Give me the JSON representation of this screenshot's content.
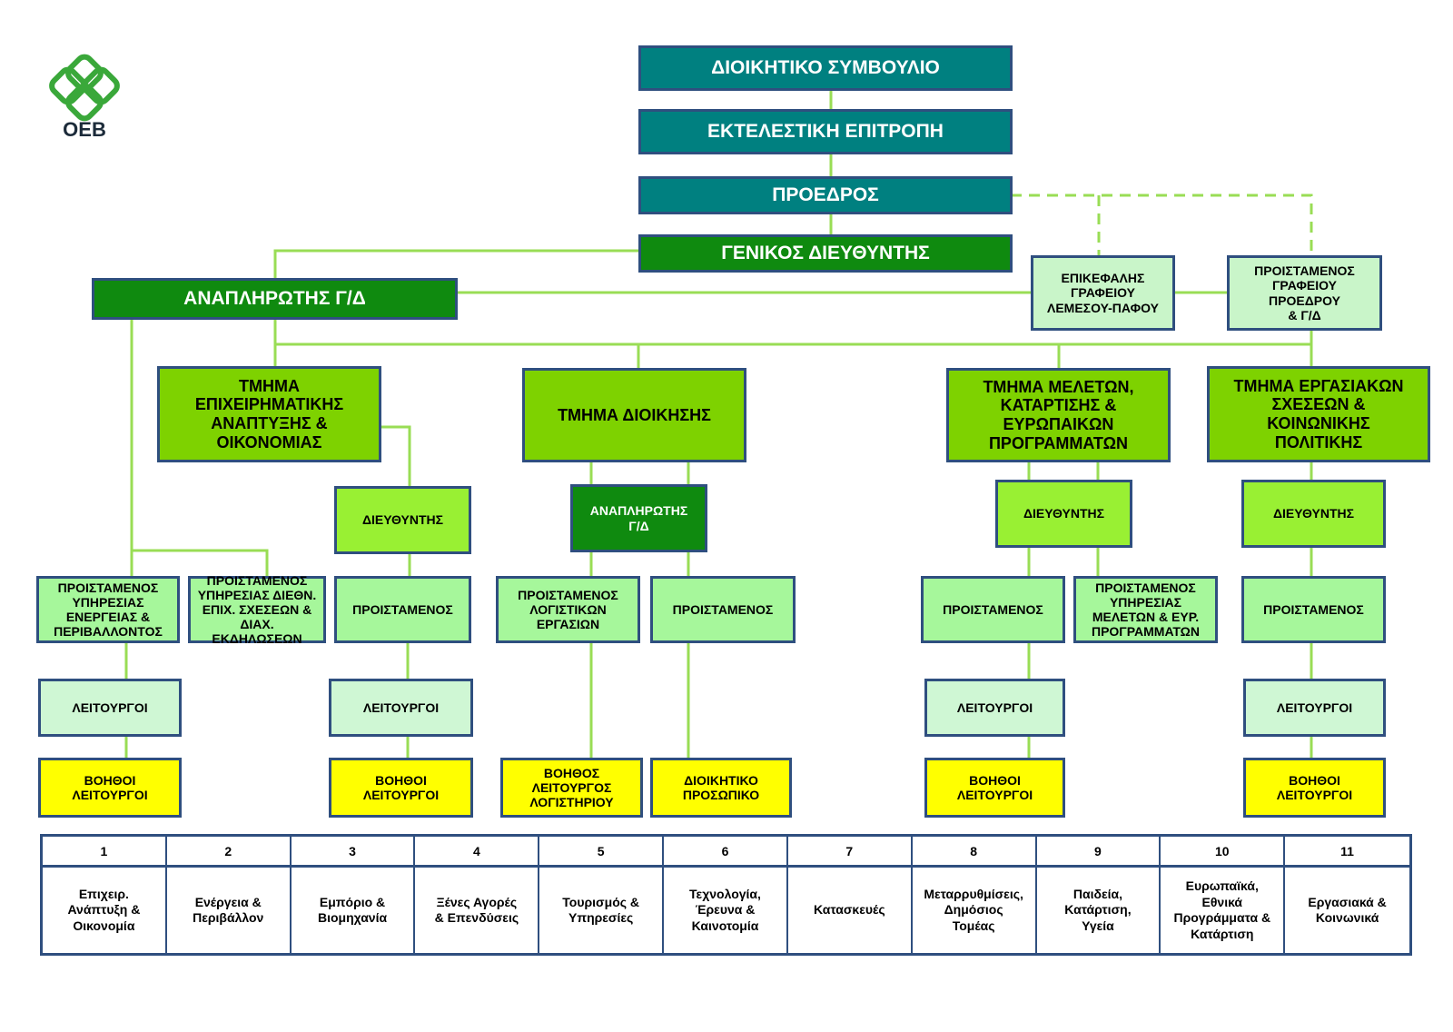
{
  "logo": {
    "text": "OEB",
    "color": "#3aa83a"
  },
  "colors": {
    "connector": "#99dd55",
    "border": "#2f4f7f"
  },
  "org": {
    "board": "ΔΙΟΙΚΗΤΙΚΟ ΣΥΜΒΟΥΛΙΟ",
    "executive": "ΕΚΤΕΛΕΣΤΙΚΗ ΕΠΙΤΡΟΠΗ",
    "president": "ΠΡΟΕΔΡΟΣ",
    "gm": "ΓΕΝΙΚΟΣ ΔΙΕΥΘΥΝΤΗΣ",
    "deputy_gm": "ΑΝΑΠΛΗΡΩΤΗΣ Γ/Δ",
    "head_limassol": "ΕΠΙΚΕΦΑΛΗΣ\nΓΡΑΦΕΙΟΥ\nΛΕΜΕΣΟΥ-ΠΑΦΟΥ",
    "head_president_office": "ΠΡΟΙΣΤΑΜΕΝΟΣ\nΓΡΑΦΕΙΟΥ\nΠΡΟΕΔΡΟΥ\n& Γ/Δ",
    "departments": {
      "business": "ΤΜΗΜΑ\nΕΠΙΧΕΙΡΗΜΑΤΙΚΗΣ\nΑΝΑΠΤΥΞΗΣ &\nΟΙΚΟΝΟΜΙΑΣ",
      "admin": "ΤΜΗΜΑ ΔΙΟΙΚΗΣΗΣ",
      "studies": "ΤΜΗΜΑ ΜΕΛΕΤΩΝ,\nΚΑΤΑΡΤΙΣΗΣ &\nΕΥΡΩΠΑΙΚΩΝ\nΠΡΟΓΡΑΜΜΑΤΩΝ",
      "labour": "ΤΜΗΜΑ ΕΡΓΑΣΙΑΚΩΝ\nΣΧΕΣΕΩΝ &\nΚΟΙΝΩΝΙΚΗΣ\nΠΟΛΙΤΙΚΗΣ"
    },
    "director": "ΔΙΕΥΘΥΝΤΗΣ",
    "admin_deputy_gm": "ΑΝΑΠΛΗΡΩΤΗΣ\nΓ/Δ",
    "supervisor": "ΠΡΟΙΣΤΑΜΕΝΟΣ",
    "head_energy": "ΠΡΟΙΣΤΑΜΕΝΟΣ\nΥΠΗΡΕΣΙΑΣ\nΕΝΕΡΓΕΙΑΣ &\nΠΕΡΙΒΑΛΛΟΝΤΟΣ",
    "head_intl": "ΠΡΟΙΣΤΑΜΕΝΟΣ\nΥΠΗΡΕΣΙΑΣ ΔΙΕΘΝ.\nΕΠΙΧ. ΣΧΕΣΕΩΝ &\nΔΙΑΧ. ΕΚΔΗΛΩΣΕΩΝ",
    "head_accounting": "ΠΡΟΙΣΤΑΜΕΝΟΣ\nΛΟΓΙΣΤΙΚΩΝ\nΕΡΓΑΣΙΩΝ",
    "head_studies_service": "ΠΡΟΙΣΤΑΜΕΝΟΣ\nΥΠΗΡΕΣΙΑΣ\nΜΕΛΕΤΩΝ & ΕΥΡ.\nΠΡΟΓΡΑΜΜΑΤΩΝ",
    "officers": "ΛΕΙΤΟΥΡΓΟΙ",
    "assistant_officers": "ΒΟΗΘΟΙ\nΛΕΙΤΟΥΡΓΟΙ",
    "accounting_assistant": "ΒΟΗΘΟΣ\nΛΕΙΤΟΥΡΓΟΣ\nΛΟΓΙΣΤΗΡΙΟΥ",
    "admin_staff": "ΔΙΟΙΚΗΤΙΚΟ\nΠΡΟΣΩΠΙΚΟ"
  },
  "sectors": [
    {
      "num": "1",
      "label": "Επιχειρ.\nΑνάπτυξη &\nΟικονομία"
    },
    {
      "num": "2",
      "label": "Ενέργεια &\nΠεριβάλλον"
    },
    {
      "num": "3",
      "label": "Εμπόριο &\nΒιομηχανία"
    },
    {
      "num": "4",
      "label": "Ξένες Αγορές\n& Επενδύσεις"
    },
    {
      "num": "5",
      "label": "Τουρισμός &\nΥπηρεσίες"
    },
    {
      "num": "6",
      "label": "Τεχνολογία,\nΈρευνα &\nΚαινοτομία"
    },
    {
      "num": "7",
      "label": "Κατασκευές"
    },
    {
      "num": "8",
      "label": "Μεταρρυθμίσεις,\nΔημόσιος\nΤομέας"
    },
    {
      "num": "9",
      "label": "Παιδεία,\nΚατάρτιση,\nΥγεία"
    },
    {
      "num": "10",
      "label": "Ευρωπαϊκά,\nΕθνικά\nΠρογράμματα &\nΚατάρτιση"
    },
    {
      "num": "11",
      "label": "Εργασιακά &\nΚοινωνικά"
    }
  ]
}
